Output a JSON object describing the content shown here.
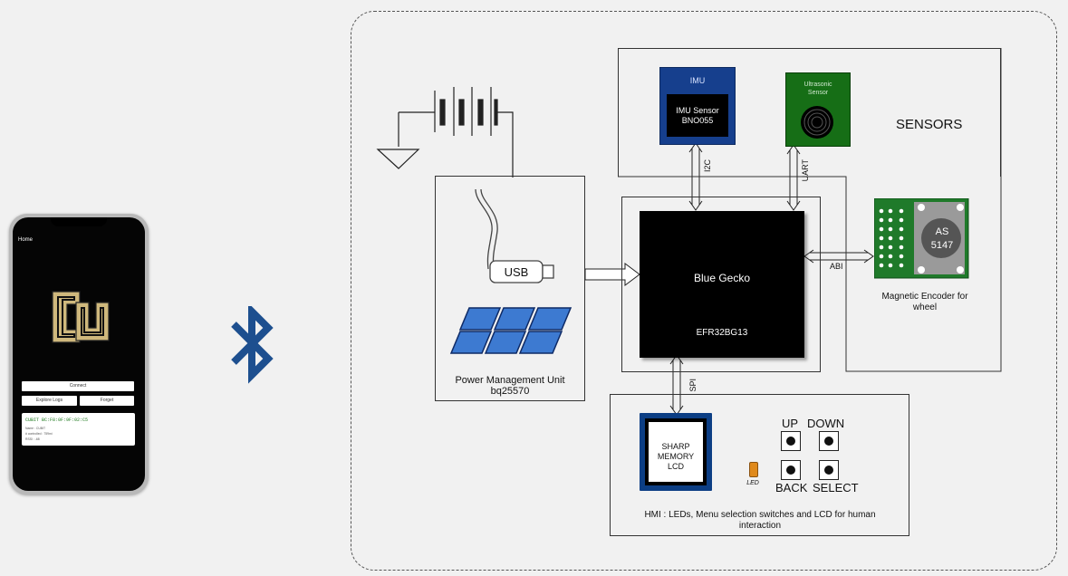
{
  "phone": {
    "header": "Home",
    "buttons": {
      "connect": "Connect",
      "explore_logs": "Explore Logs",
      "forget": "Forget"
    },
    "card": {
      "device": "CUBIT   BC:F8:0F:9F:02:C5",
      "rows": [
        "Name : CUBIT",
        "# controlled : 759mi",
        "RSSI : -68"
      ]
    }
  },
  "bluetooth_color": "#1d4f8f",
  "diagram": {
    "power": {
      "title": "Power Management Unit",
      "part": "bq25570",
      "usb_label": "USB"
    },
    "mcu": {
      "name": "Blue Gecko",
      "part": "EFR32BG13"
    },
    "sensors": {
      "title": "SENSORS",
      "imu": {
        "header": "IMU",
        "chip_line1": "IMU Sensor",
        "chip_line2": "BNO055"
      },
      "ultrasonic": {
        "line1": "Ultrasonic",
        "line2": "Sensor"
      },
      "encoder": {
        "chip_line1": "AS",
        "chip_line2": "5147",
        "caption_line1": "Magnetic Encoder for",
        "caption_line2": "wheel"
      }
    },
    "buses": {
      "i2c": "I2C",
      "uart": "UART",
      "abi": "ABI",
      "spi": "SPI"
    },
    "hmi": {
      "lcd_line1": "SHARP",
      "lcd_line2": "MEMORY",
      "lcd_line3": "LCD",
      "led_label": "LED",
      "switch_up": "UP",
      "switch_down": "DOWN",
      "switch_back": "BACK",
      "switch_select": "SELECT",
      "caption_line1": "HMI : LEDs, Menu selection switches and LCD for human",
      "caption_line2": "interaction"
    }
  }
}
